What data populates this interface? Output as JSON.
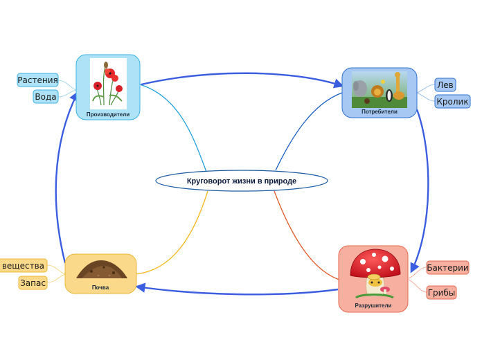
{
  "central": {
    "label": "Круговорот жизни в природе"
  },
  "nodes": {
    "producers": {
      "label": "Производители",
      "leaves": [
        "Растения",
        "Вода"
      ]
    },
    "consumers": {
      "label": "Потребители",
      "leaves": [
        "Лев",
        "Кролик"
      ]
    },
    "decomposers": {
      "label": "Разрушители",
      "leaves": [
        "Бактерии",
        "Грибы"
      ]
    },
    "soil": {
      "label": "Почва",
      "leaves": [
        "е вещества",
        "Запас"
      ]
    }
  },
  "colors": {
    "cycle_arrow": "#3b5de0",
    "producers_branch": "#1ea0d8",
    "consumers_branch": "#1a5fc0",
    "decomposers_branch": "#e05a28",
    "soil_branch": "#f2b81a"
  },
  "icons": {
    "producers": "poppy-flowers-icon",
    "consumers": "jungle-animals-icon",
    "decomposers": "red-mushroom-icon",
    "soil": "soil-pile-icon"
  }
}
